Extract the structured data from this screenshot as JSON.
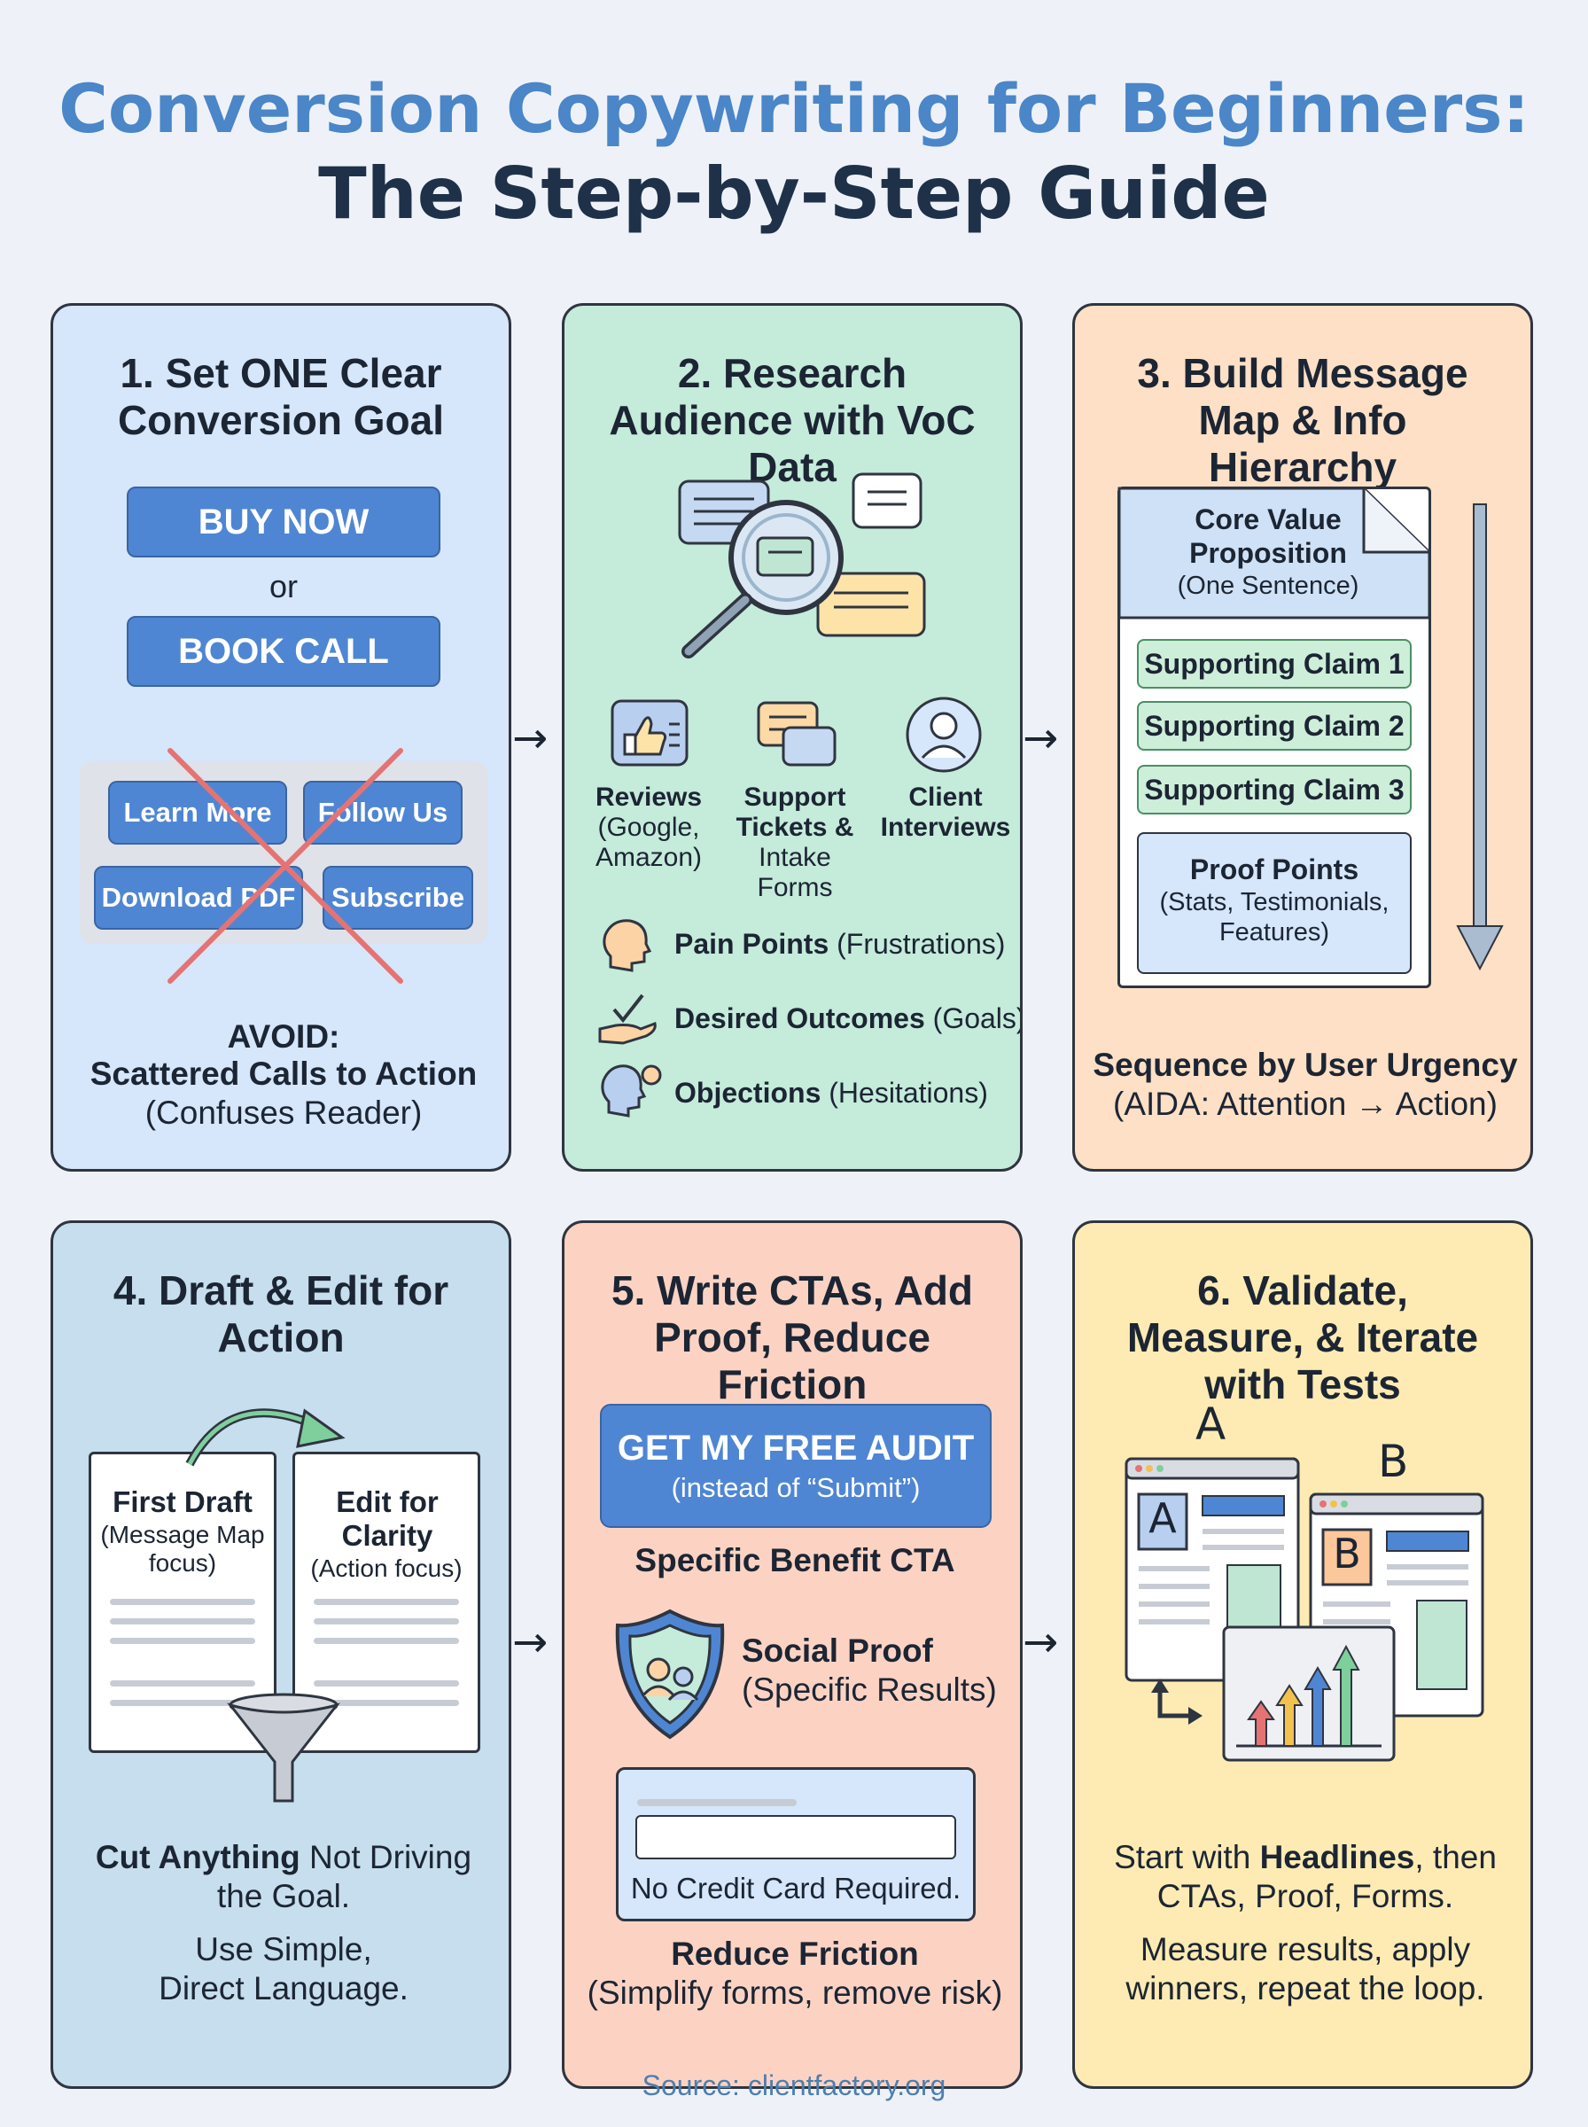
{
  "title": {
    "line1": "Conversion Copywriting for Beginners:",
    "line2": "The Step-by-Step Guide"
  },
  "step1": {
    "heading": "1. Set ONE Clear Conversion Goal",
    "primary_btn_1": "BUY NOW",
    "or": "or",
    "primary_btn_2": "BOOK CALL",
    "crossed_buttons": [
      "Learn More",
      "Follow Us",
      "Download PDF",
      "Subscribe"
    ],
    "avoid_label": "AVOID:",
    "avoid_text": "Scattered Calls to Action",
    "avoid_note": "(Confuses Reader)"
  },
  "step2": {
    "heading": "2. Research Audience with VoC Data",
    "sources": [
      {
        "label": "Reviews",
        "detail": "(Google, Amazon)",
        "icon": "thumbs-up-icon"
      },
      {
        "label": "Support Tickets &",
        "detail": "Intake Forms",
        "icon": "chat-bubbles-icon"
      },
      {
        "label": "Client Interviews",
        "detail": "",
        "icon": "person-icon"
      }
    ],
    "insights": [
      {
        "bold": "Pain Points",
        "note": "(Frustrations)",
        "icon": "head-icon"
      },
      {
        "bold": "Desired Outcomes",
        "note": "(Goals)",
        "icon": "hand-check-icon"
      },
      {
        "bold": "Objections",
        "note": "(Hesitations)",
        "icon": "head-question-icon"
      }
    ]
  },
  "step3": {
    "heading": "3. Build Message Map & Info Hierarchy",
    "core_title": "Core Value Proposition",
    "core_note": "(One Sentence)",
    "claims": [
      "Supporting Claim 1",
      "Supporting Claim 2",
      "Supporting Claim 3"
    ],
    "proof_title": "Proof Points",
    "proof_note": "(Stats, Testimonials, Features)",
    "sequence_label": "Sequence by User Urgency",
    "sequence_note": "(AIDA: Attention → Action)"
  },
  "step4": {
    "heading": "4. Draft & Edit for Action",
    "left_title": "First Draft",
    "left_note": "(Message Map focus)",
    "right_title": "Edit for Clarity",
    "right_note": "(Action focus)",
    "cut_bold": "Cut Anything",
    "cut_rest": " Not Driving the Goal.",
    "simple_text": "Use Simple, Direct Language."
  },
  "step5": {
    "heading": "5. Write CTAs, Add Proof, Reduce Friction",
    "cta_main": "GET MY FREE AUDIT",
    "cta_note": "(instead of “Submit”)",
    "cta_label": "Specific Benefit CTA",
    "proof_title": "Social Proof",
    "proof_note": "(Specific Results)",
    "form_note": "No Credit Card Required.",
    "friction_title": "Reduce Friction",
    "friction_note": "(Simplify forms, remove risk)"
  },
  "step6": {
    "heading": "6. Validate, Measure, & Iterate with Tests",
    "variant_a": "A",
    "variant_b": "B",
    "start_pre": "Start with ",
    "start_bold": "Headlines",
    "start_post": ", then CTAs, Proof, Forms.",
    "measure_text": "Measure results, apply winners, repeat the loop."
  },
  "source": "Source: clientfactory.org",
  "colors": {
    "accent_blue": "#4f86d3",
    "title_blue": "#4a86c8",
    "title_dark": "#1e3148"
  }
}
